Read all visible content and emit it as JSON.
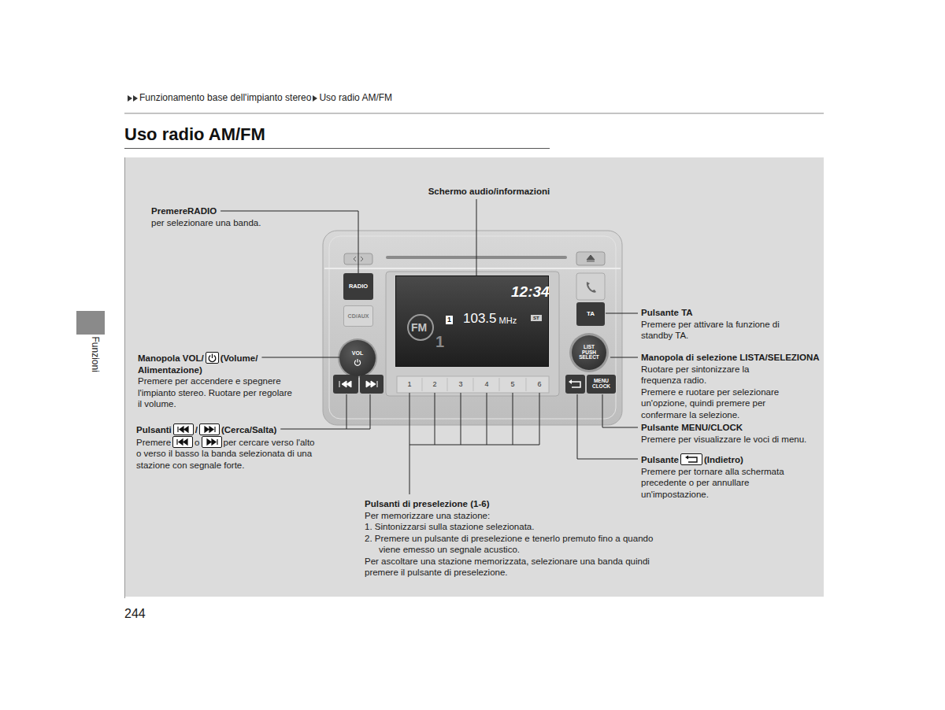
{
  "diagram": {
    "title": "Uso radio AM/FM",
    "nodes": [
      {
        "text": [
          "12:34",
          "1",
          "103.5",
          "MHz",
          "ST",
          "FM",
          "1"
        ]
      },
      {
        "text": [
          "RADIO"
        ]
      },
      {
        "text": [
          "CD/AUX"
        ]
      },
      {
        "text": [
          "VOL"
        ]
      },
      {
        "text": [
          "TA"
        ]
      },
      {
        "text": [
          "LIST PUSH SELECT"
        ]
      },
      {
        "text": [
          "MENU CLOCK"
        ]
      },
      {
        "text": [
          "1"
        ]
      },
      {
        "text": [
          "2"
        ]
      },
      {
        "text": [
          "3"
        ]
      },
      {
        "text": [
          "4"
        ]
      },
      {
        "text": [
          "5"
        ]
      },
      {
        "text": [
          "6"
        ]
      }
    ],
    "labels": [
      "Funzionamento base dell'impianto stereo",
      "Uso radio AM/FM",
      "Funzioni",
      "244",
      "Schermo audio/informazioni",
      "PremereRADIO",
      "per selezionare una banda.",
      "Manopola VOL/",
      "(Volume/ Alimentazione)",
      "Premere per accendere e spegnere l'impianto stereo. Ruotare per regolare il volume.",
      "Pulsanti",
      "/",
      "(Cerca/Salta)",
      "Premere",
      "o",
      "per cercare verso l'alto o verso il basso la banda selezionata di una stazione con segnale forte.",
      "Pulsanti di preselezione (1-6)",
      "Per memorizzare una stazione:",
      "1. Sintonizzarsi sulla stazione selezionata.",
      "2. Premere un pulsante di preselezione e tenerlo premuto fino a quando viene emesso un segnale acustico.",
      "Per ascoltare una stazione memorizzata, selezionare una banda quindi premere il pulsante di preselezione.",
      "Pulsante TA",
      "Premere per attivare la funzione di standby TA.",
      "Manopola di selezione LISTA/SELEZIONA",
      "Ruotare per sintonizzare la frequenza radio.",
      "Premere e ruotare per selezionare un'opzione, quindi premere per confermare la selezione.",
      "Pulsante MENU/CLOCK",
      "Premere per visualizzare le voci di menu.",
      "Pulsante",
      "(Indietro)",
      "Premere per tornare alla schermata precedente o per annullare un'impostazione."
    ]
  }
}
